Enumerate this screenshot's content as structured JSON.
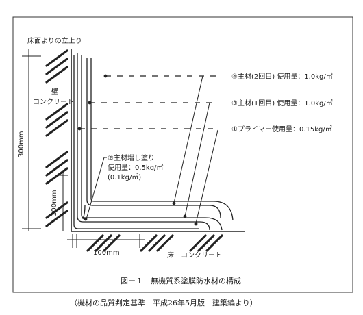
{
  "diagram": {
    "wall_rise_label": "床面よりの立上り",
    "wall_label_line1": "壁",
    "wall_label_line2": "コンクリート",
    "callout_main_2nd": "④主材(2回目) 使用量：1.0kg/㎡",
    "callout_main_1st": "③主材(1回目) 使用量：1.0kg/㎡",
    "callout_primer": "①プライマー使用量：0.15kg/㎡",
    "callout_extra_line1": "②主材増し塗り",
    "callout_extra_line2": "使用量：0.5kg/㎡",
    "callout_extra_line3": "(0.1kg/㎡)",
    "dim_wall_height": "300mm",
    "dim_corner_vertical": "100mm",
    "dim_corner_horizontal": "100mm",
    "floor_label": "床　コンクリート",
    "caption": "図ー１　無機質系塗膜防水材の構成",
    "source_note": "（機材の品質判定基準　平成26年5月版　建築編より）"
  }
}
